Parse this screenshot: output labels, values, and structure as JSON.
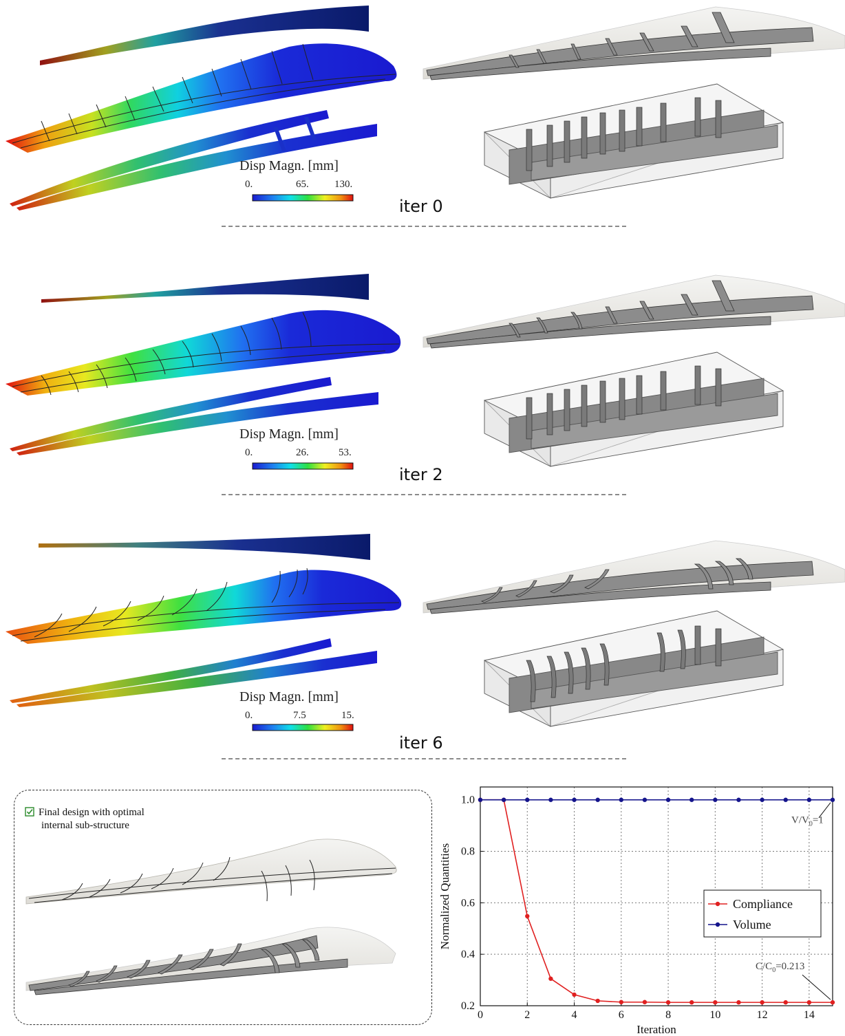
{
  "rows": [
    {
      "iter_label": "iter 0",
      "legend": {
        "title": "Disp Magn. [mm]",
        "ticks": [
          "0.",
          "65.",
          "130."
        ]
      }
    },
    {
      "iter_label": "iter 2",
      "legend": {
        "title": "Disp Magn. [mm]",
        "ticks": [
          "0.",
          "26.",
          "53."
        ]
      }
    },
    {
      "iter_label": "iter 6",
      "legend": {
        "title": "Disp Magn. [mm]",
        "ticks": [
          "0.",
          "7.5",
          "15."
        ]
      }
    }
  ],
  "final": {
    "caption_line1": "Final design with optimal",
    "caption_line2": "internal sub-structure",
    "icon": "check-box-icon",
    "accent": "#2a8a2a"
  },
  "colors": {
    "compliance": "#e02020",
    "volume": "#14148c",
    "gray_struct": "#8c8c8c"
  },
  "chart_data": {
    "type": "line",
    "xlabel": "Iteration",
    "ylabel": "Normalized Quantities",
    "xlim": [
      0,
      15
    ],
    "ylim": [
      0.2,
      1.05
    ],
    "xticks": [
      "0",
      "2",
      "4",
      "6",
      "8",
      "10",
      "12",
      "14"
    ],
    "yticks": [
      "0.2",
      "0.4",
      "0.6",
      "0.8",
      "1.0"
    ],
    "grid": true,
    "legend_position": "center-right",
    "x": [
      0,
      1,
      2,
      3,
      4,
      5,
      6,
      7,
      8,
      9,
      10,
      11,
      12,
      13,
      14,
      15
    ],
    "series": [
      {
        "name": "Compliance",
        "values": [
          1.0,
          1.0,
          0.548,
          0.305,
          0.243,
          0.219,
          0.214,
          0.214,
          0.213,
          0.213,
          0.213,
          0.213,
          0.213,
          0.213,
          0.213,
          0.213
        ]
      },
      {
        "name": "Volume",
        "values": [
          1.0,
          1.0,
          1.0,
          1.0,
          1.0,
          1.0,
          1.0,
          1.0,
          1.0,
          1.0,
          1.0,
          1.0,
          1.0,
          1.0,
          1.0,
          1.0
        ]
      }
    ],
    "annotations": [
      {
        "text": "V/V",
        "sub": "0",
        "suffix": "=1",
        "x": 15,
        "y": 1.0
      },
      {
        "text": "C/C",
        "sub": "0",
        "suffix": "=0.213",
        "x": 15,
        "y": 0.213
      }
    ]
  }
}
